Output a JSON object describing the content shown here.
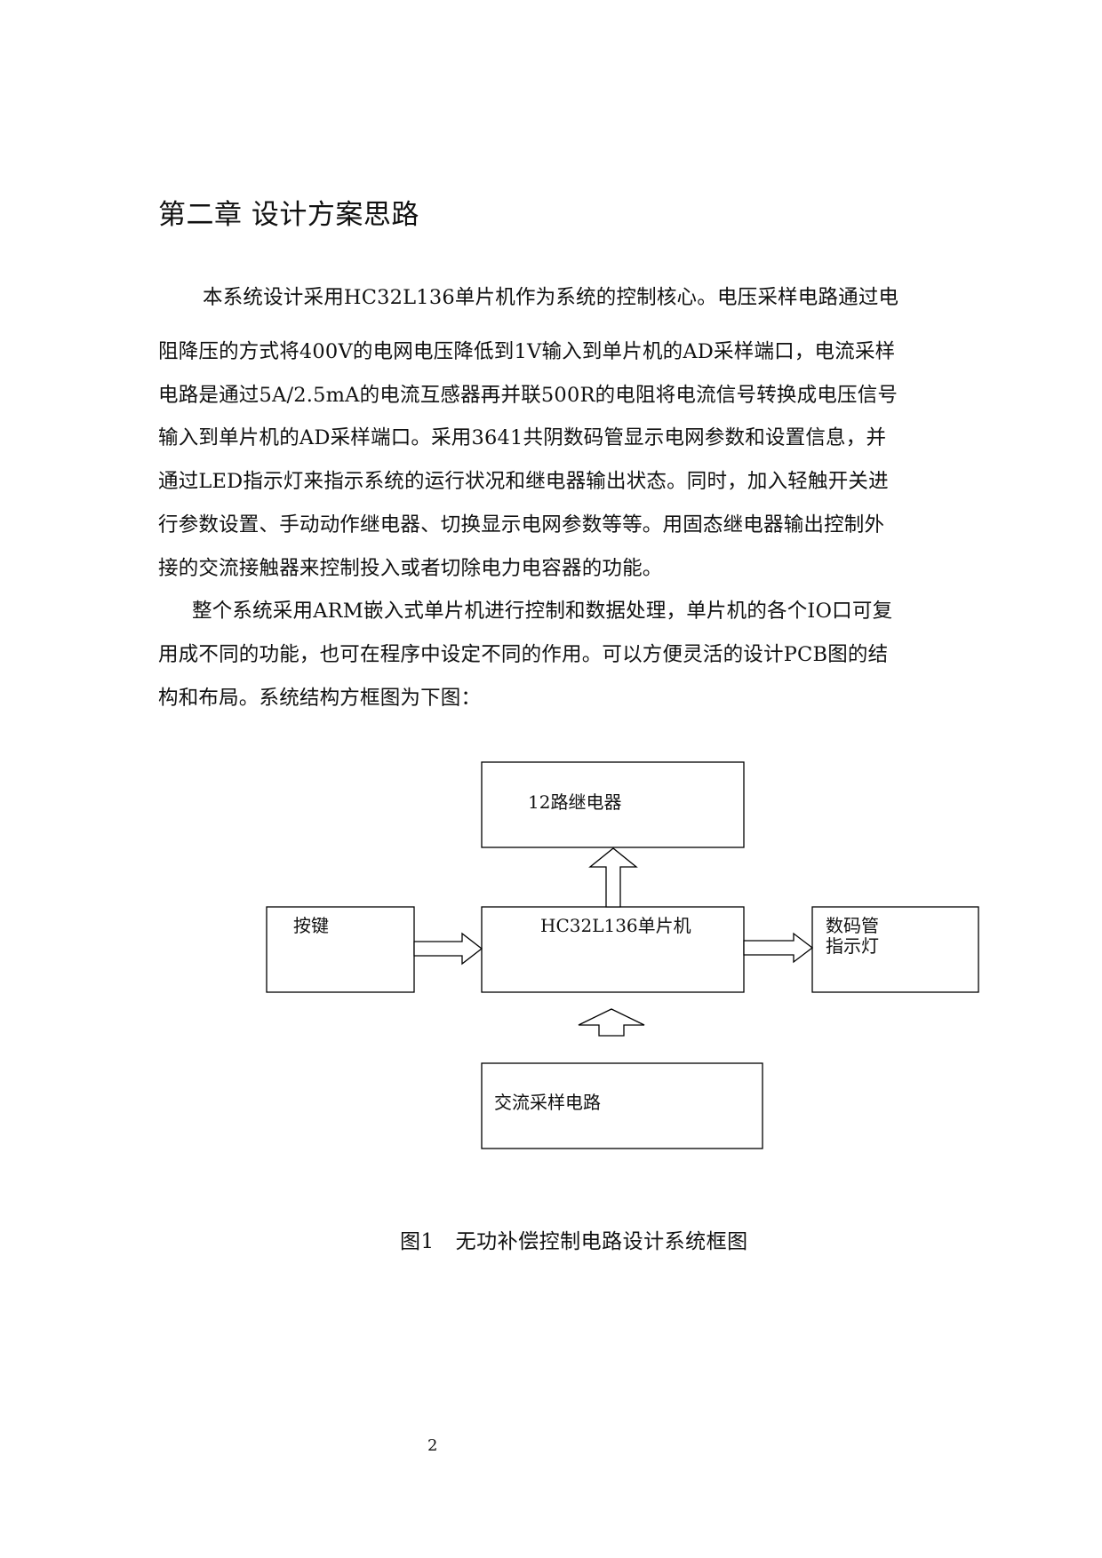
{
  "chapter": {
    "title": "第二章  设计方案思路"
  },
  "paragraphs": [
    {
      "lines": [
        "本系统设计采用HC32L136单片机作为系统的控制核心。电压采样电路通过电",
        "阻降压的方式将400V的电网电压降低到1V输入到单片机的AD采样端口，电流采样",
        "电路是通过5A/2.5mA的电流互感器再并联500R的电阻将电流信号转换成电压信号",
        "输入到单片机的AD采样端口。采用3641共阴数码管显示电网参数和设置信息，并",
        "通过LED指示灯来指示系统的运行状况和继电器输出状态。同时，加入轻触开关进",
        "行参数设置、手动动作继电器、切换显示电网参数等等。用固态继电器输出控制外",
        "接的交流接触器来控制投入或者切除电力电容器的功能。"
      ]
    },
    {
      "lines": [
        "整个系统采用ARM嵌入式单片机进行控制和数据处理，单片机的各个IO口可复",
        "用成不同的功能，也可在程序中设定不同的作用。可以方便灵活的设计PCB图的结",
        "构和布局。系统结构方框图为下图："
      ]
    }
  ],
  "diagram": {
    "blocks": {
      "relay": "12路继电器",
      "mcu": "HC32L136单片机",
      "keys": "按键",
      "display_line1": "数码管",
      "display_line2": "指示灯",
      "ac_sampling": "交流采样电路"
    }
  },
  "figure": {
    "number": "图1",
    "caption": "无功补偿控制电路设计系统框图"
  },
  "page_number": "2"
}
